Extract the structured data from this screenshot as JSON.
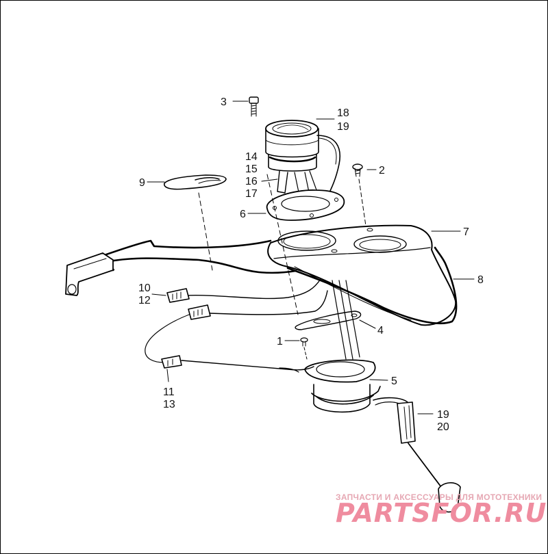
{
  "callouts": {
    "c1": "1",
    "c2": "2",
    "c3": "3",
    "c4": "4",
    "c5": "5",
    "c6": "6",
    "c7": "7",
    "c8": "8",
    "c9": "9",
    "c10": "10",
    "c11": "11",
    "c12": "12",
    "c13": "13",
    "c14": "14",
    "c15": "15",
    "c16": "16",
    "c17": "17",
    "c18": "18",
    "c19a": "19",
    "c19b": "19",
    "c20": "20"
  },
  "watermark": {
    "tagline": "ЗАПЧАСТИ И АКСЕССУАРЫ ДЛЯ МОТОТЕХНИКИ",
    "brand": "PARTSFOR.RU",
    "color": "#ef8c9f"
  }
}
